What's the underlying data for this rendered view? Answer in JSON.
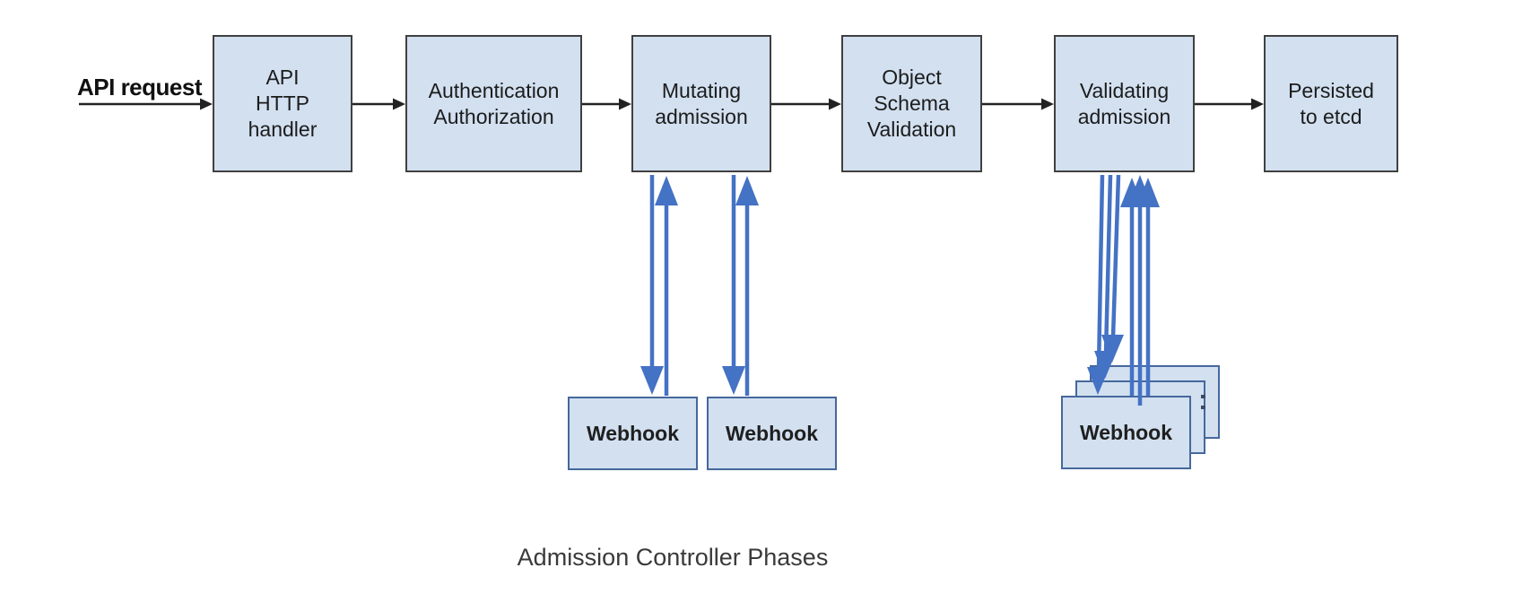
{
  "diagram": {
    "caption": "Admission Controller Phases",
    "input_label": "API request",
    "phases": [
      {
        "id": "api-http-handler",
        "label": "API\nHTTP\nhandler"
      },
      {
        "id": "authentication",
        "label": "Authentication\nAuthorization"
      },
      {
        "id": "mutating-admission",
        "label": "Mutating\nadmission"
      },
      {
        "id": "object-schema-validation",
        "label": "Object\nSchema\nValidation"
      },
      {
        "id": "validating-admission",
        "label": "Validating\nadmission"
      },
      {
        "id": "persisted-to-etcd",
        "label": "Persisted\nto etcd"
      }
    ],
    "webhooks": {
      "mutating_webhook_1": "Webhook",
      "mutating_webhook_2": "Webhook",
      "validating_webhook": "Webhook"
    },
    "colors": {
      "box_fill": "#d2e0f0",
      "box_border": "#404040",
      "webhook_border": "#46689c",
      "arrow_black": "#222222",
      "arrow_blue": "#4472c4",
      "caption_color": "#3a3a3a",
      "phase_text": "#1c1c1c"
    }
  }
}
